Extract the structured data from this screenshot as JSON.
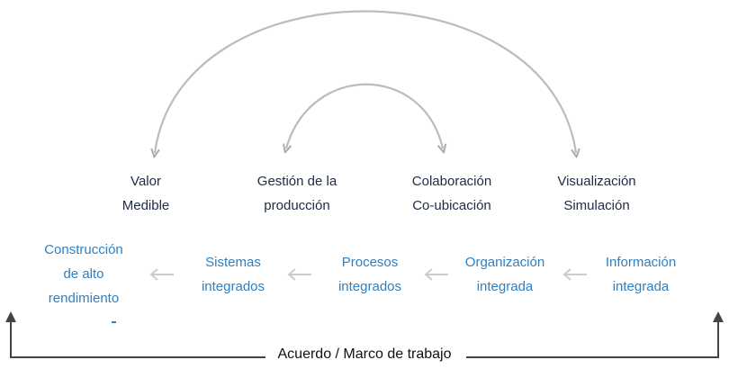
{
  "concepts": [
    {
      "line1": "Valor",
      "line2": "Medible"
    },
    {
      "line1": "Gestión de la",
      "line2": "producción"
    },
    {
      "line1": "Colaboración",
      "line2": "Co-ubicación"
    },
    {
      "line1": "Visualización",
      "line2": "Simulación"
    }
  ],
  "flow": [
    {
      "line1": "Construcción",
      "line2": "de alto",
      "line3": "rendimiento"
    },
    {
      "line1": "Sistemas",
      "line2": "integrados"
    },
    {
      "line1": "Procesos",
      "line2": "integrados"
    },
    {
      "line1": "Organización",
      "line2": "integrada"
    },
    {
      "line1": "Información",
      "line2": "integrada"
    }
  ],
  "footer": {
    "label": "Acuerdo / Marco de trabajo"
  },
  "colors": {
    "concept_text": "#1f2a44",
    "flow_text": "#2f7fc1",
    "arc": "#b9bcc2",
    "flow_arrow": "#c9cdd3",
    "bracket": "#555555"
  }
}
